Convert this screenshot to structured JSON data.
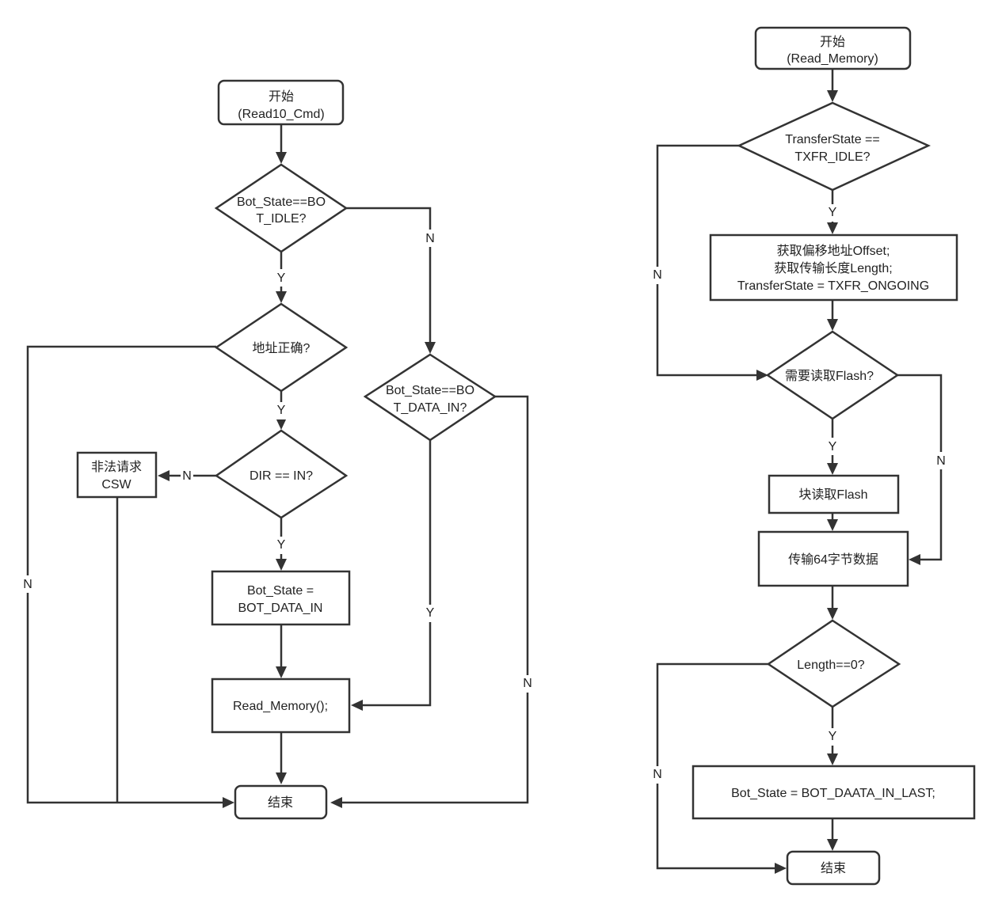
{
  "left": {
    "start_l1": "开始",
    "start_l2": "(Read10_Cmd)",
    "d_bot_l1": "Bot_State==BO",
    "d_bot_l2": "T_IDLE?",
    "d_addr": "地址正确?",
    "d_dir": "DIR == IN?",
    "illegal_l1": "非法请求",
    "illegal_l2": "CSW",
    "set_l1": "Bot_State =",
    "set_l2": "BOT_DATA_IN",
    "d_datain_l1": "Bot_State==BO",
    "d_datain_l2": "T_DATA_IN?",
    "read_memory": "Read_Memory();",
    "end": "结束",
    "labels": {
      "y1": "Y",
      "y2": "Y",
      "y3": "Y",
      "y4": "Y",
      "n1": "N",
      "n2": "N",
      "n3": "N",
      "n4": "N"
    }
  },
  "right": {
    "start_l1": "开始",
    "start_l2": "(Read_Memory)",
    "d_state_l1": "TransferState ==",
    "d_state_l2": "TXFR_IDLE?",
    "get_l1": "获取偏移地址Offset;",
    "get_l2": "获取传输长度Length;",
    "get_l3": "TransferState = TXFR_ONGOING",
    "d_flash": "需要读取Flash?",
    "block_read": "块读取Flash",
    "transfer": "传输64字节数据",
    "d_length": "Length==0?",
    "set_last": "Bot_State = BOT_DAATA_IN_LAST;",
    "end": "结束",
    "labels": {
      "y1": "Y",
      "y2": "Y",
      "y3": "Y",
      "n1": "N",
      "n2": "N",
      "n3": "N"
    }
  }
}
